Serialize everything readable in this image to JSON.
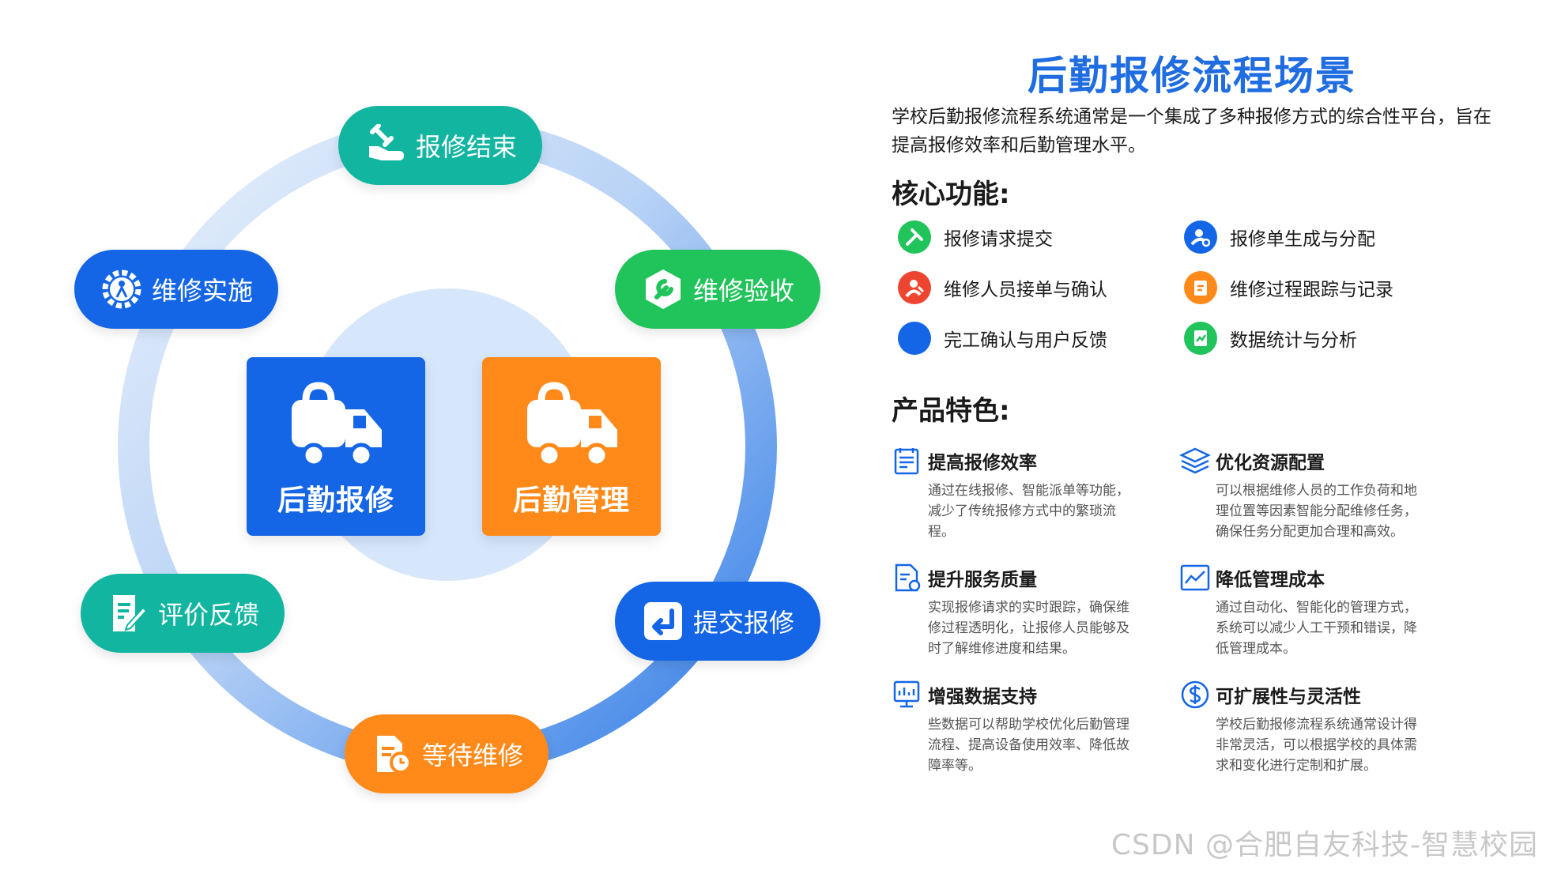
{
  "colors": {
    "blue": "#1466e6",
    "orange": "#ff8a1a",
    "green": "#21c35b",
    "teal": "#12b5a0",
    "title_blue": "#1f6de0",
    "red": "#ee4530",
    "ring_light": "#dce9fb",
    "ring_dark": "#2f7be6",
    "center_disc": "#d6e6fb"
  },
  "diagram": {
    "hubs": [
      {
        "label": "后勤报修",
        "color": "#1466e6",
        "icon": "truck-icon"
      },
      {
        "label": "后勤管理",
        "color": "#ff8a1a",
        "icon": "truck-icon"
      }
    ],
    "steps": [
      {
        "label": "报修结束",
        "color": "#12b5a0",
        "icon": "hand-wrench-icon"
      },
      {
        "label": "维修验收",
        "color": "#21c35b",
        "icon": "hexagon-wrench-icon"
      },
      {
        "label": "提交报修",
        "color": "#1466e6",
        "icon": "enter-arrow-icon"
      },
      {
        "label": "等待维修",
        "color": "#ff8a1a",
        "icon": "document-clock-icon"
      },
      {
        "label": "评价反馈",
        "color": "#12b5a0",
        "icon": "edit-document-icon"
      },
      {
        "label": "维修实施",
        "color": "#1466e6",
        "icon": "gear-person-icon"
      }
    ]
  },
  "panel": {
    "title": "后勤报修流程场景",
    "intro": "学校后勤报修流程系统通常是一个集成了多种报修方式的综合性平台，旨在提高报修效率和后勤管理水平。",
    "core_title": "核心功能:",
    "core_functions": [
      {
        "label": "报修请求提交",
        "color": "#21c35b",
        "icon": "tools-icon"
      },
      {
        "label": "报修单生成与分配",
        "color": "#1466e6",
        "icon": "user-gear-icon"
      },
      {
        "label": "维修人员接单与确认",
        "color": "#ee4530",
        "icon": "worker-icon"
      },
      {
        "label": "维修过程跟踪与记录",
        "color": "#ff8a1a",
        "icon": "clipboard-icon"
      },
      {
        "label": "完工确认与用户反馈",
        "color": "#1466e6",
        "icon": "circle-icon"
      },
      {
        "label": "数据统计与分析",
        "color": "#21c35b",
        "icon": "chart-document-icon"
      }
    ],
    "features_title": "产品特色:",
    "features": [
      {
        "title": "提高报修效率",
        "desc": "通过在线报修、智能派单等功能，减少了传统报修方式中的繁琐流程。",
        "icon": "report-icon"
      },
      {
        "title": "优化资源配置",
        "desc": "可以根据维修人员的工作负荷和地理位置等因素智能分配维修任务，确保任务分配更加合理和高效。",
        "icon": "layers-icon"
      },
      {
        "title": "提升服务质量",
        "desc": "实现报修请求的实时跟踪，确保维修过程透明化，让报修人员能够及时了解维修进度和结果。",
        "icon": "document-gear-icon"
      },
      {
        "title": "降低管理成本",
        "desc": "通过自动化、智能化的管理方式，系统可以减少人工干预和错误，降低管理成本。",
        "icon": "line-chart-icon"
      },
      {
        "title": "增强数据支持",
        "desc": "些数据可以帮助学校优化后勤管理流程、提高设备使用效率、降低故障率等。",
        "icon": "data-screen-icon"
      },
      {
        "title": "可扩展性与灵活性",
        "desc": "学校后勤报修流程系统通常设计得非常灵活，可以根据学校的具体需求和变化进行定制和扩展。",
        "icon": "dollar-circle-icon"
      }
    ]
  },
  "watermark": "CSDN @合肥自友科技-智慧校园"
}
